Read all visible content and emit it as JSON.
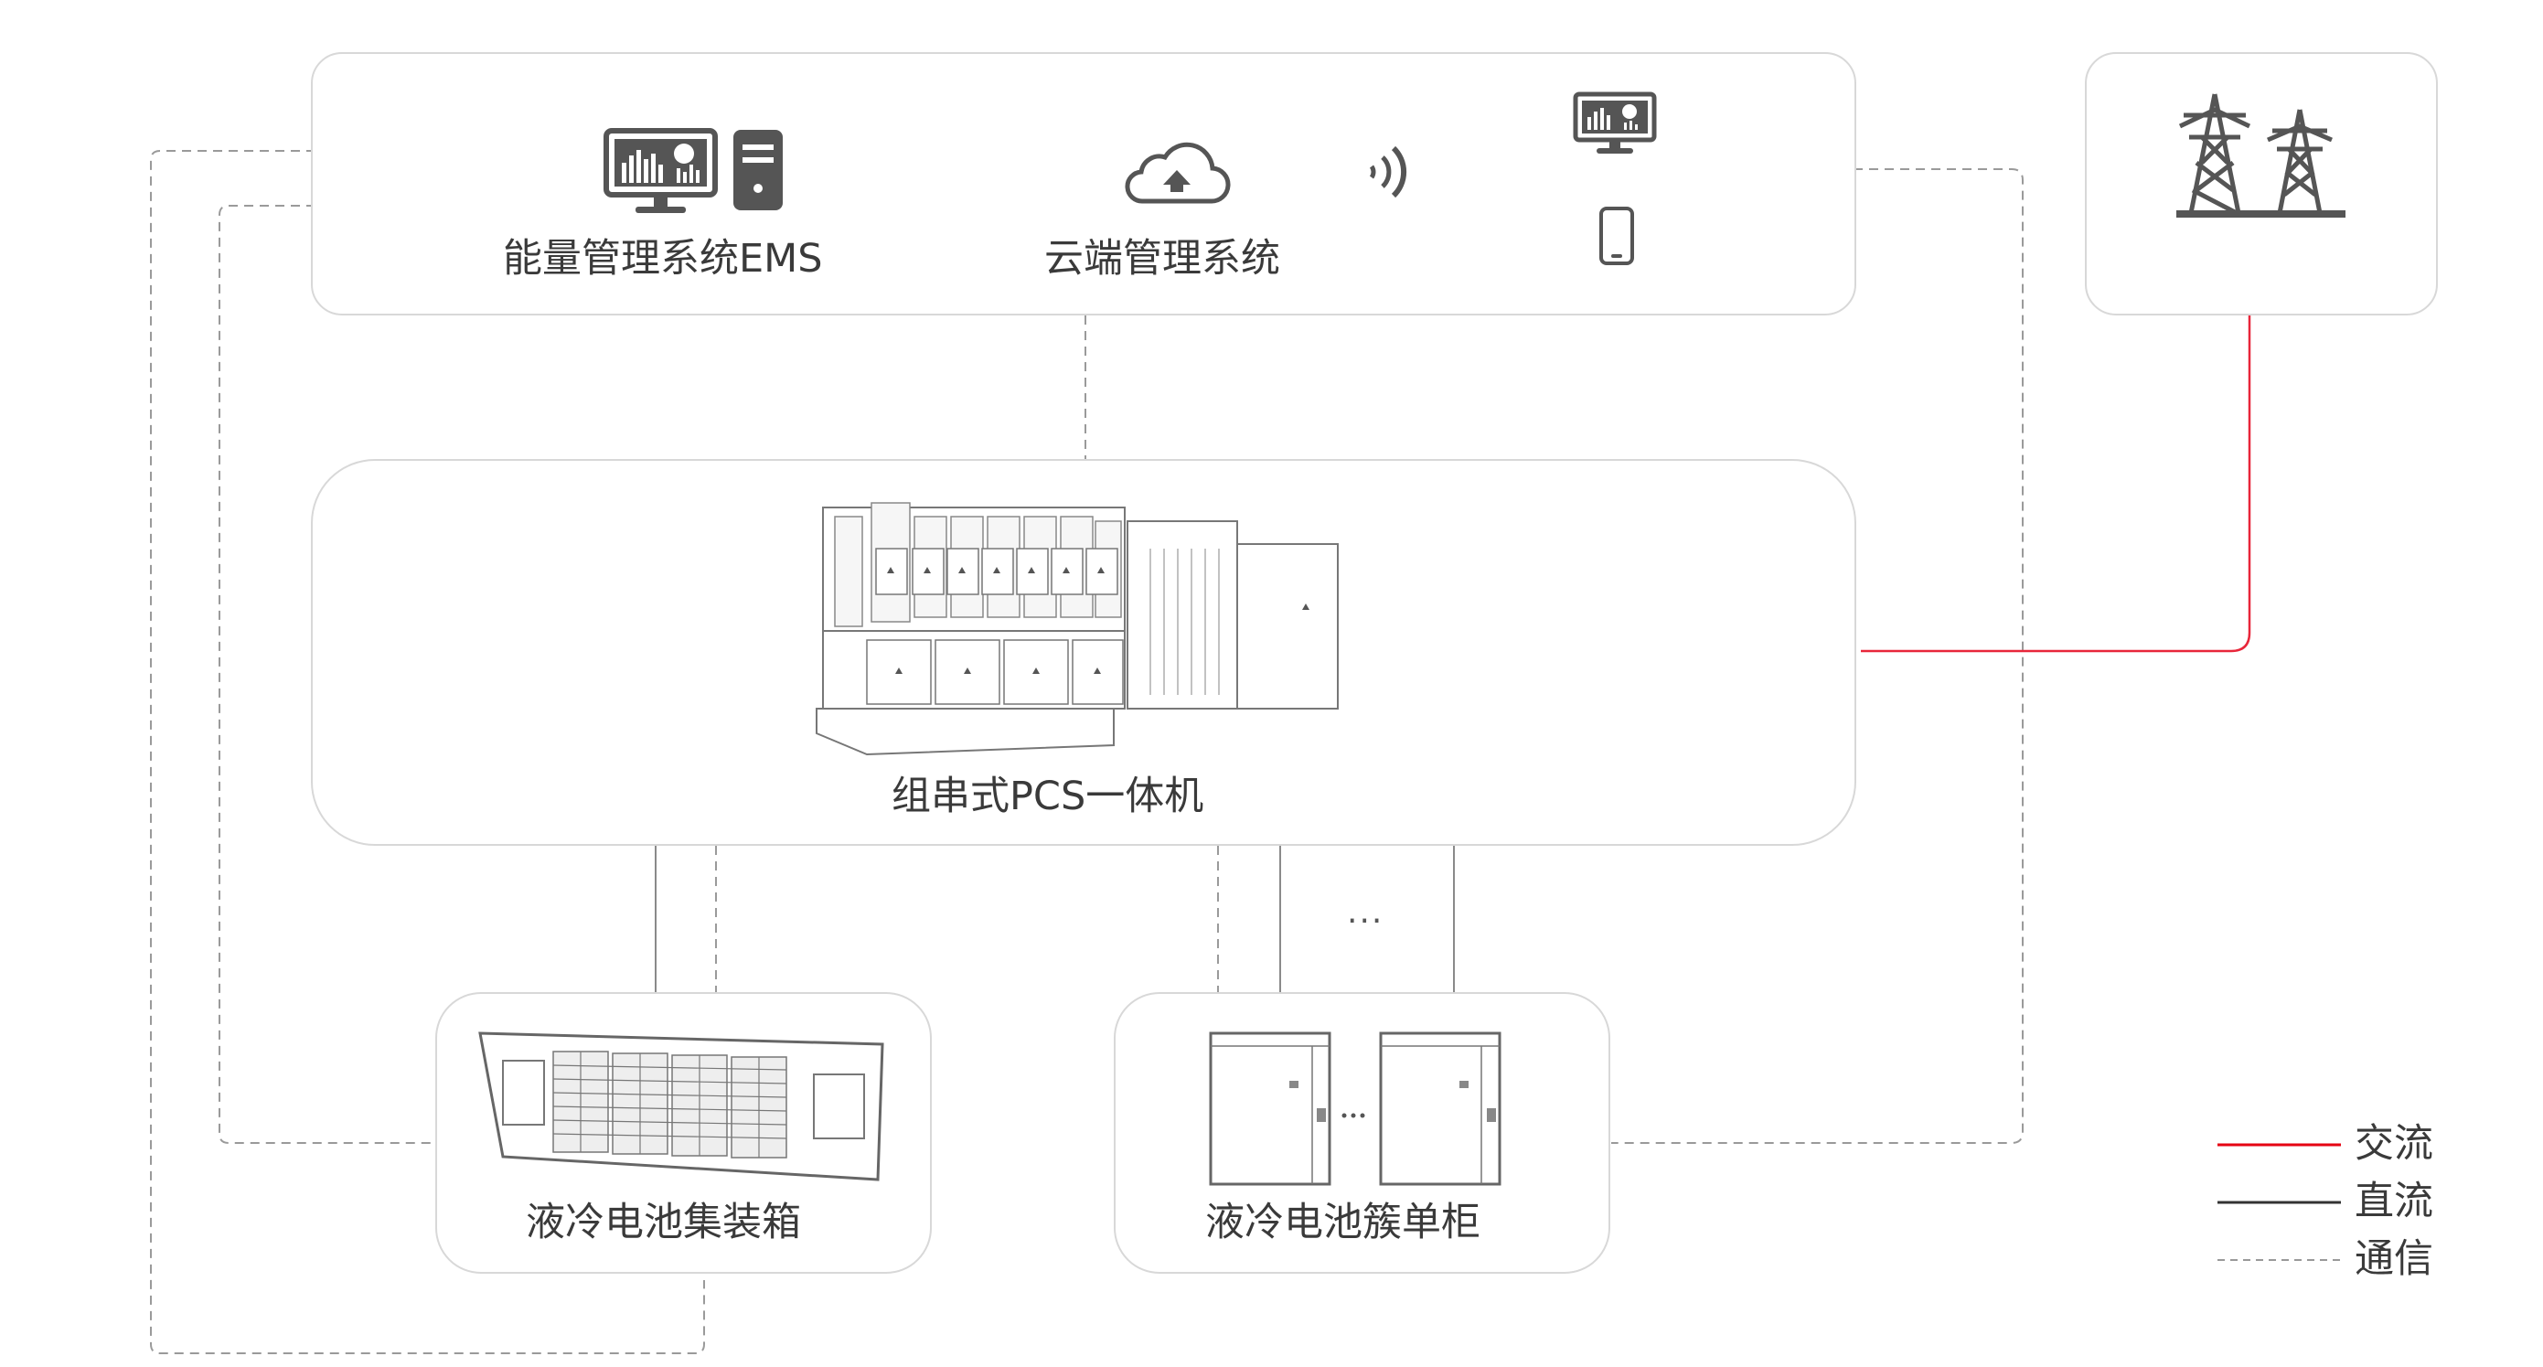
{
  "nodes": {
    "ems": "能量管理系统EMS",
    "cloud": "云端管理系统",
    "pcs": "组串式PCS一体机",
    "container": "液冷电池集装箱",
    "cabinet": "液冷电池簇单柜"
  },
  "ellipsis": "...",
  "legend": [
    {
      "label": "交流",
      "color": "#e60012",
      "style": "solid"
    },
    {
      "label": "直流",
      "color": "#333333",
      "style": "solid"
    },
    {
      "label": "通信",
      "color": "#999999",
      "style": "dashed"
    }
  ],
  "icons": [
    "monitor-icon",
    "server-icon",
    "cloud-upload-icon",
    "wireless-signal-icon",
    "phone-icon",
    "transmission-tower-icon"
  ]
}
